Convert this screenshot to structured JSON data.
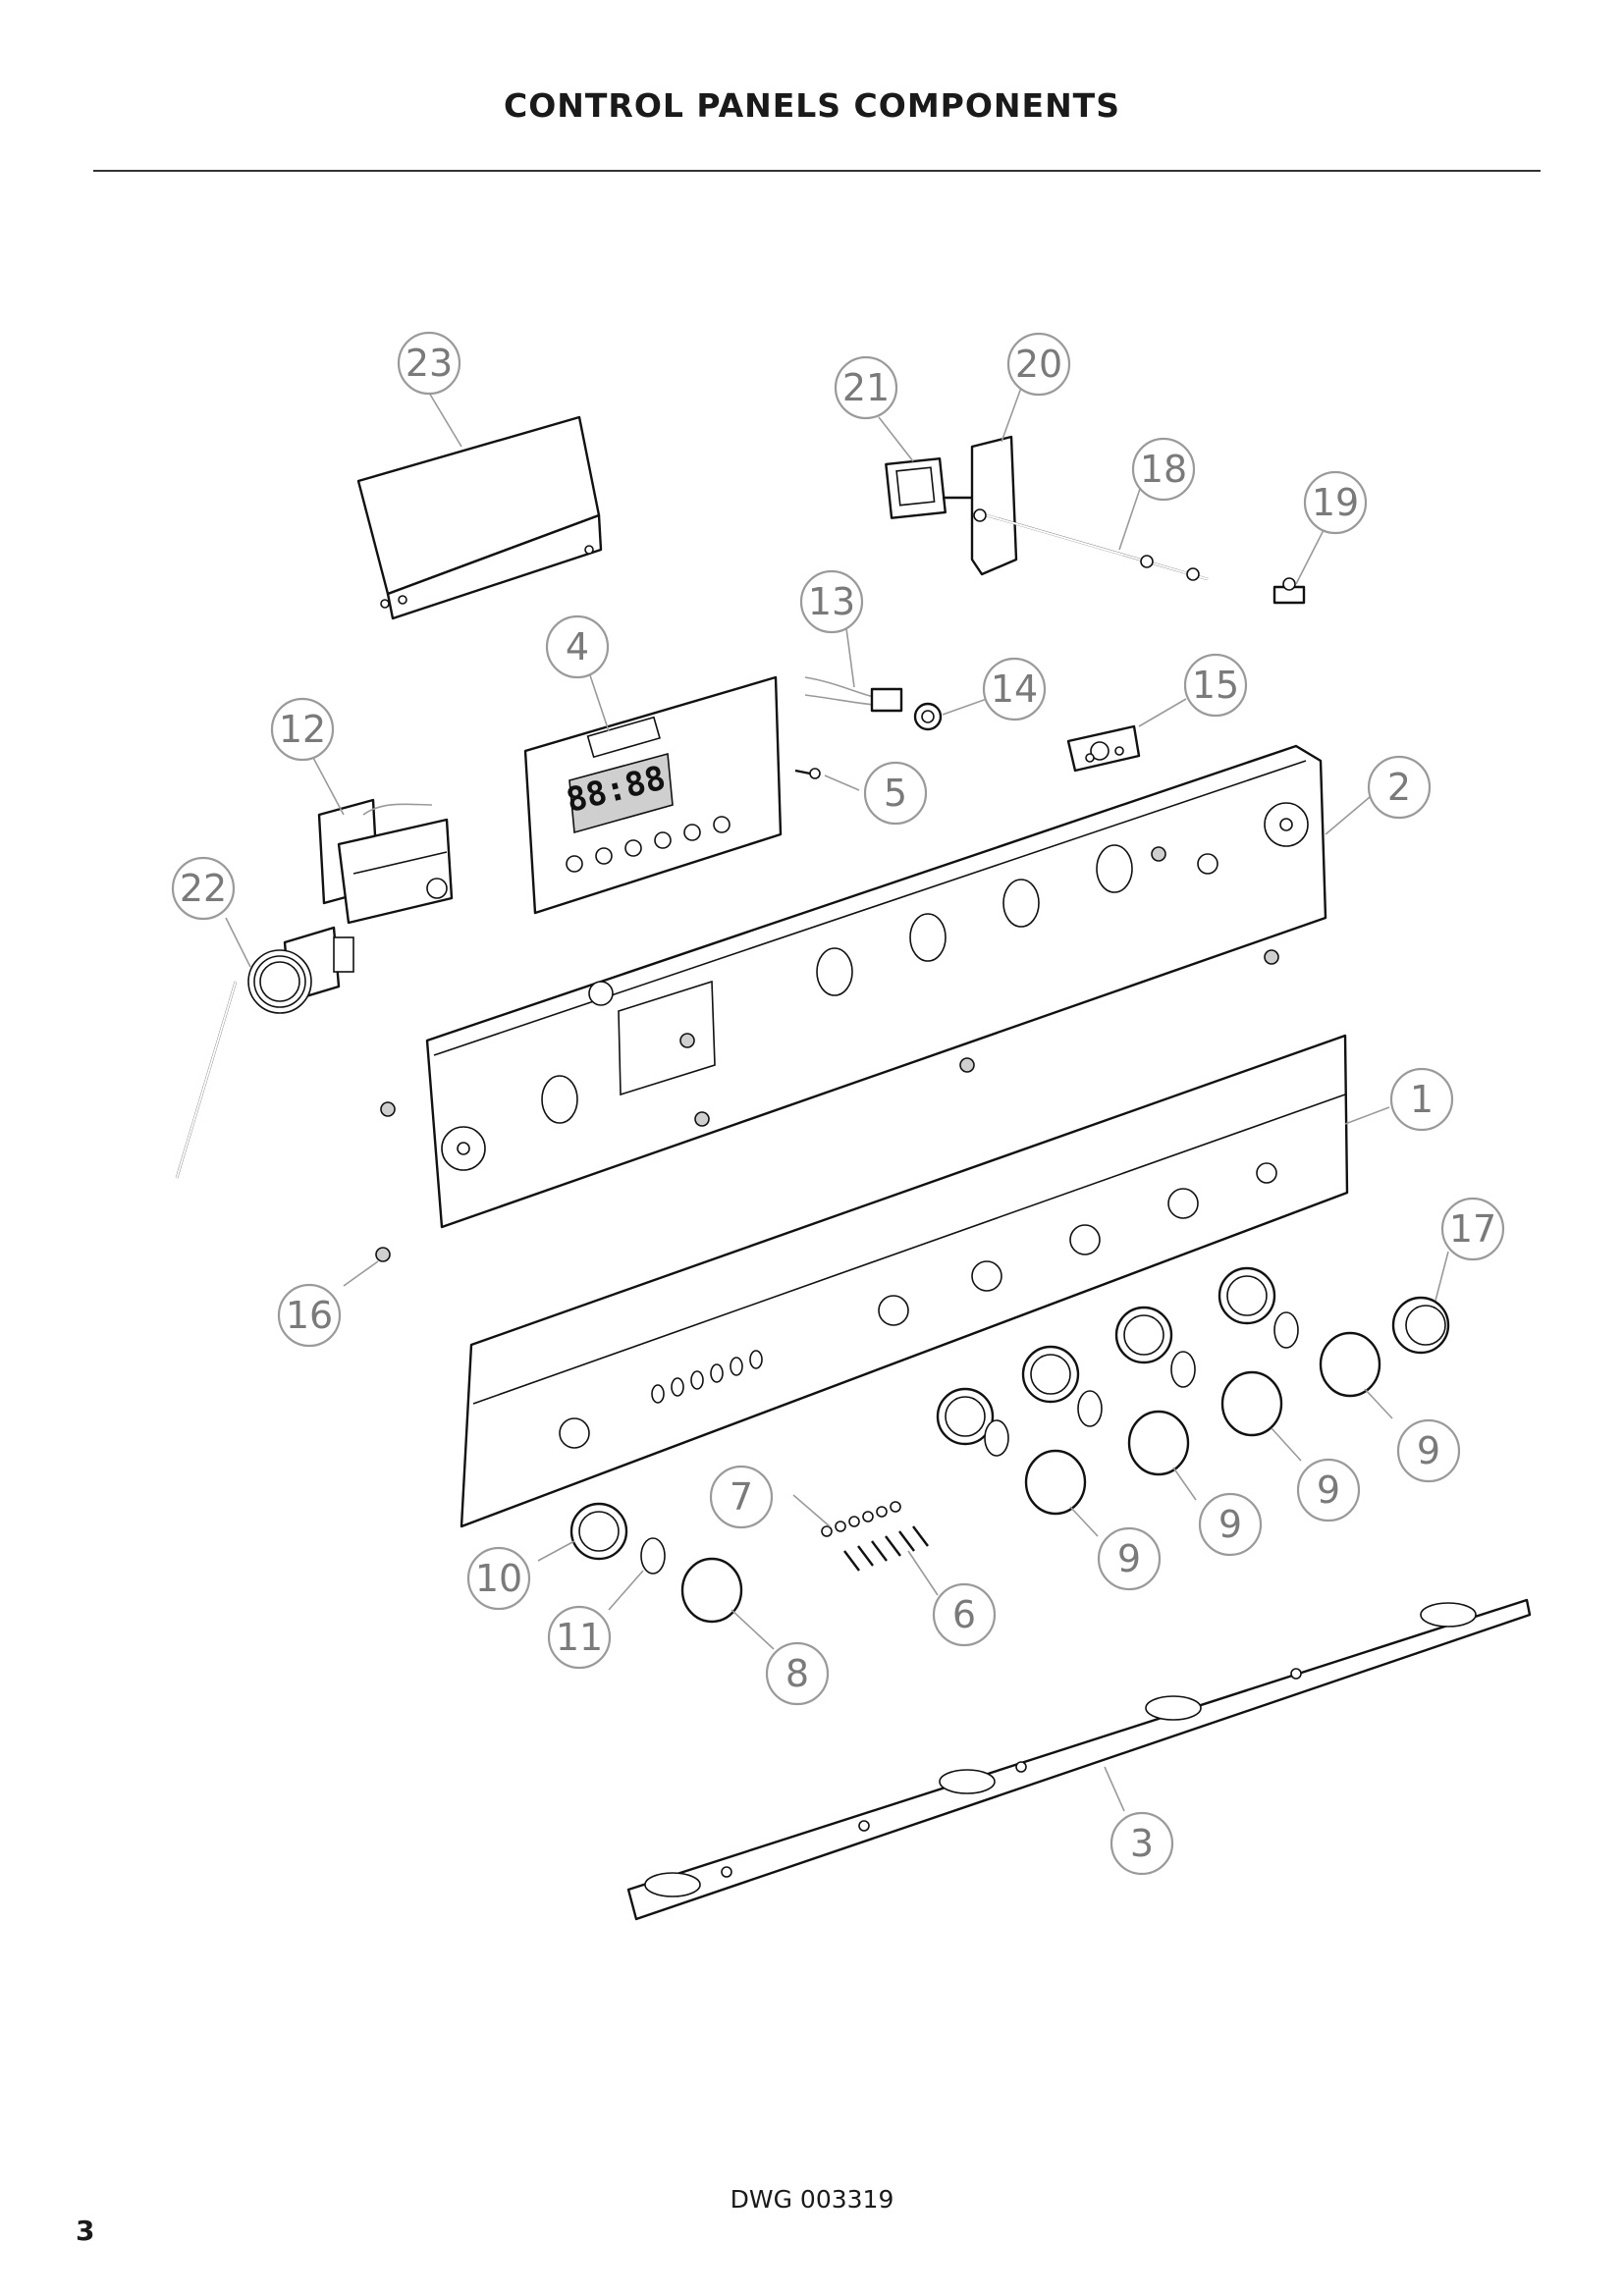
{
  "page": {
    "title": "CONTROL PANELS COMPONENTS",
    "drawing_number": "DWG 003319",
    "page_number": "3"
  },
  "callouts": [
    {
      "id": "c23",
      "label": "23"
    },
    {
      "id": "c21",
      "label": "21"
    },
    {
      "id": "c20",
      "label": "20"
    },
    {
      "id": "c18",
      "label": "18"
    },
    {
      "id": "c19",
      "label": "19"
    },
    {
      "id": "c13",
      "label": "13"
    },
    {
      "id": "c4",
      "label": "4"
    },
    {
      "id": "c14",
      "label": "14"
    },
    {
      "id": "c15",
      "label": "15"
    },
    {
      "id": "c12",
      "label": "12"
    },
    {
      "id": "c5",
      "label": "5"
    },
    {
      "id": "c2",
      "label": "2"
    },
    {
      "id": "c22",
      "label": "22"
    },
    {
      "id": "c1",
      "label": "1"
    },
    {
      "id": "c17",
      "label": "17"
    },
    {
      "id": "c16",
      "label": "16"
    },
    {
      "id": "c9a",
      "label": "9"
    },
    {
      "id": "c9b",
      "label": "9"
    },
    {
      "id": "c9c",
      "label": "9"
    },
    {
      "id": "c9d",
      "label": "9"
    },
    {
      "id": "c7",
      "label": "7"
    },
    {
      "id": "c10",
      "label": "10"
    },
    {
      "id": "c6",
      "label": "6"
    },
    {
      "id": "c11",
      "label": "11"
    },
    {
      "id": "c8",
      "label": "8"
    },
    {
      "id": "c3",
      "label": "3"
    }
  ],
  "display_digits": "88:88"
}
